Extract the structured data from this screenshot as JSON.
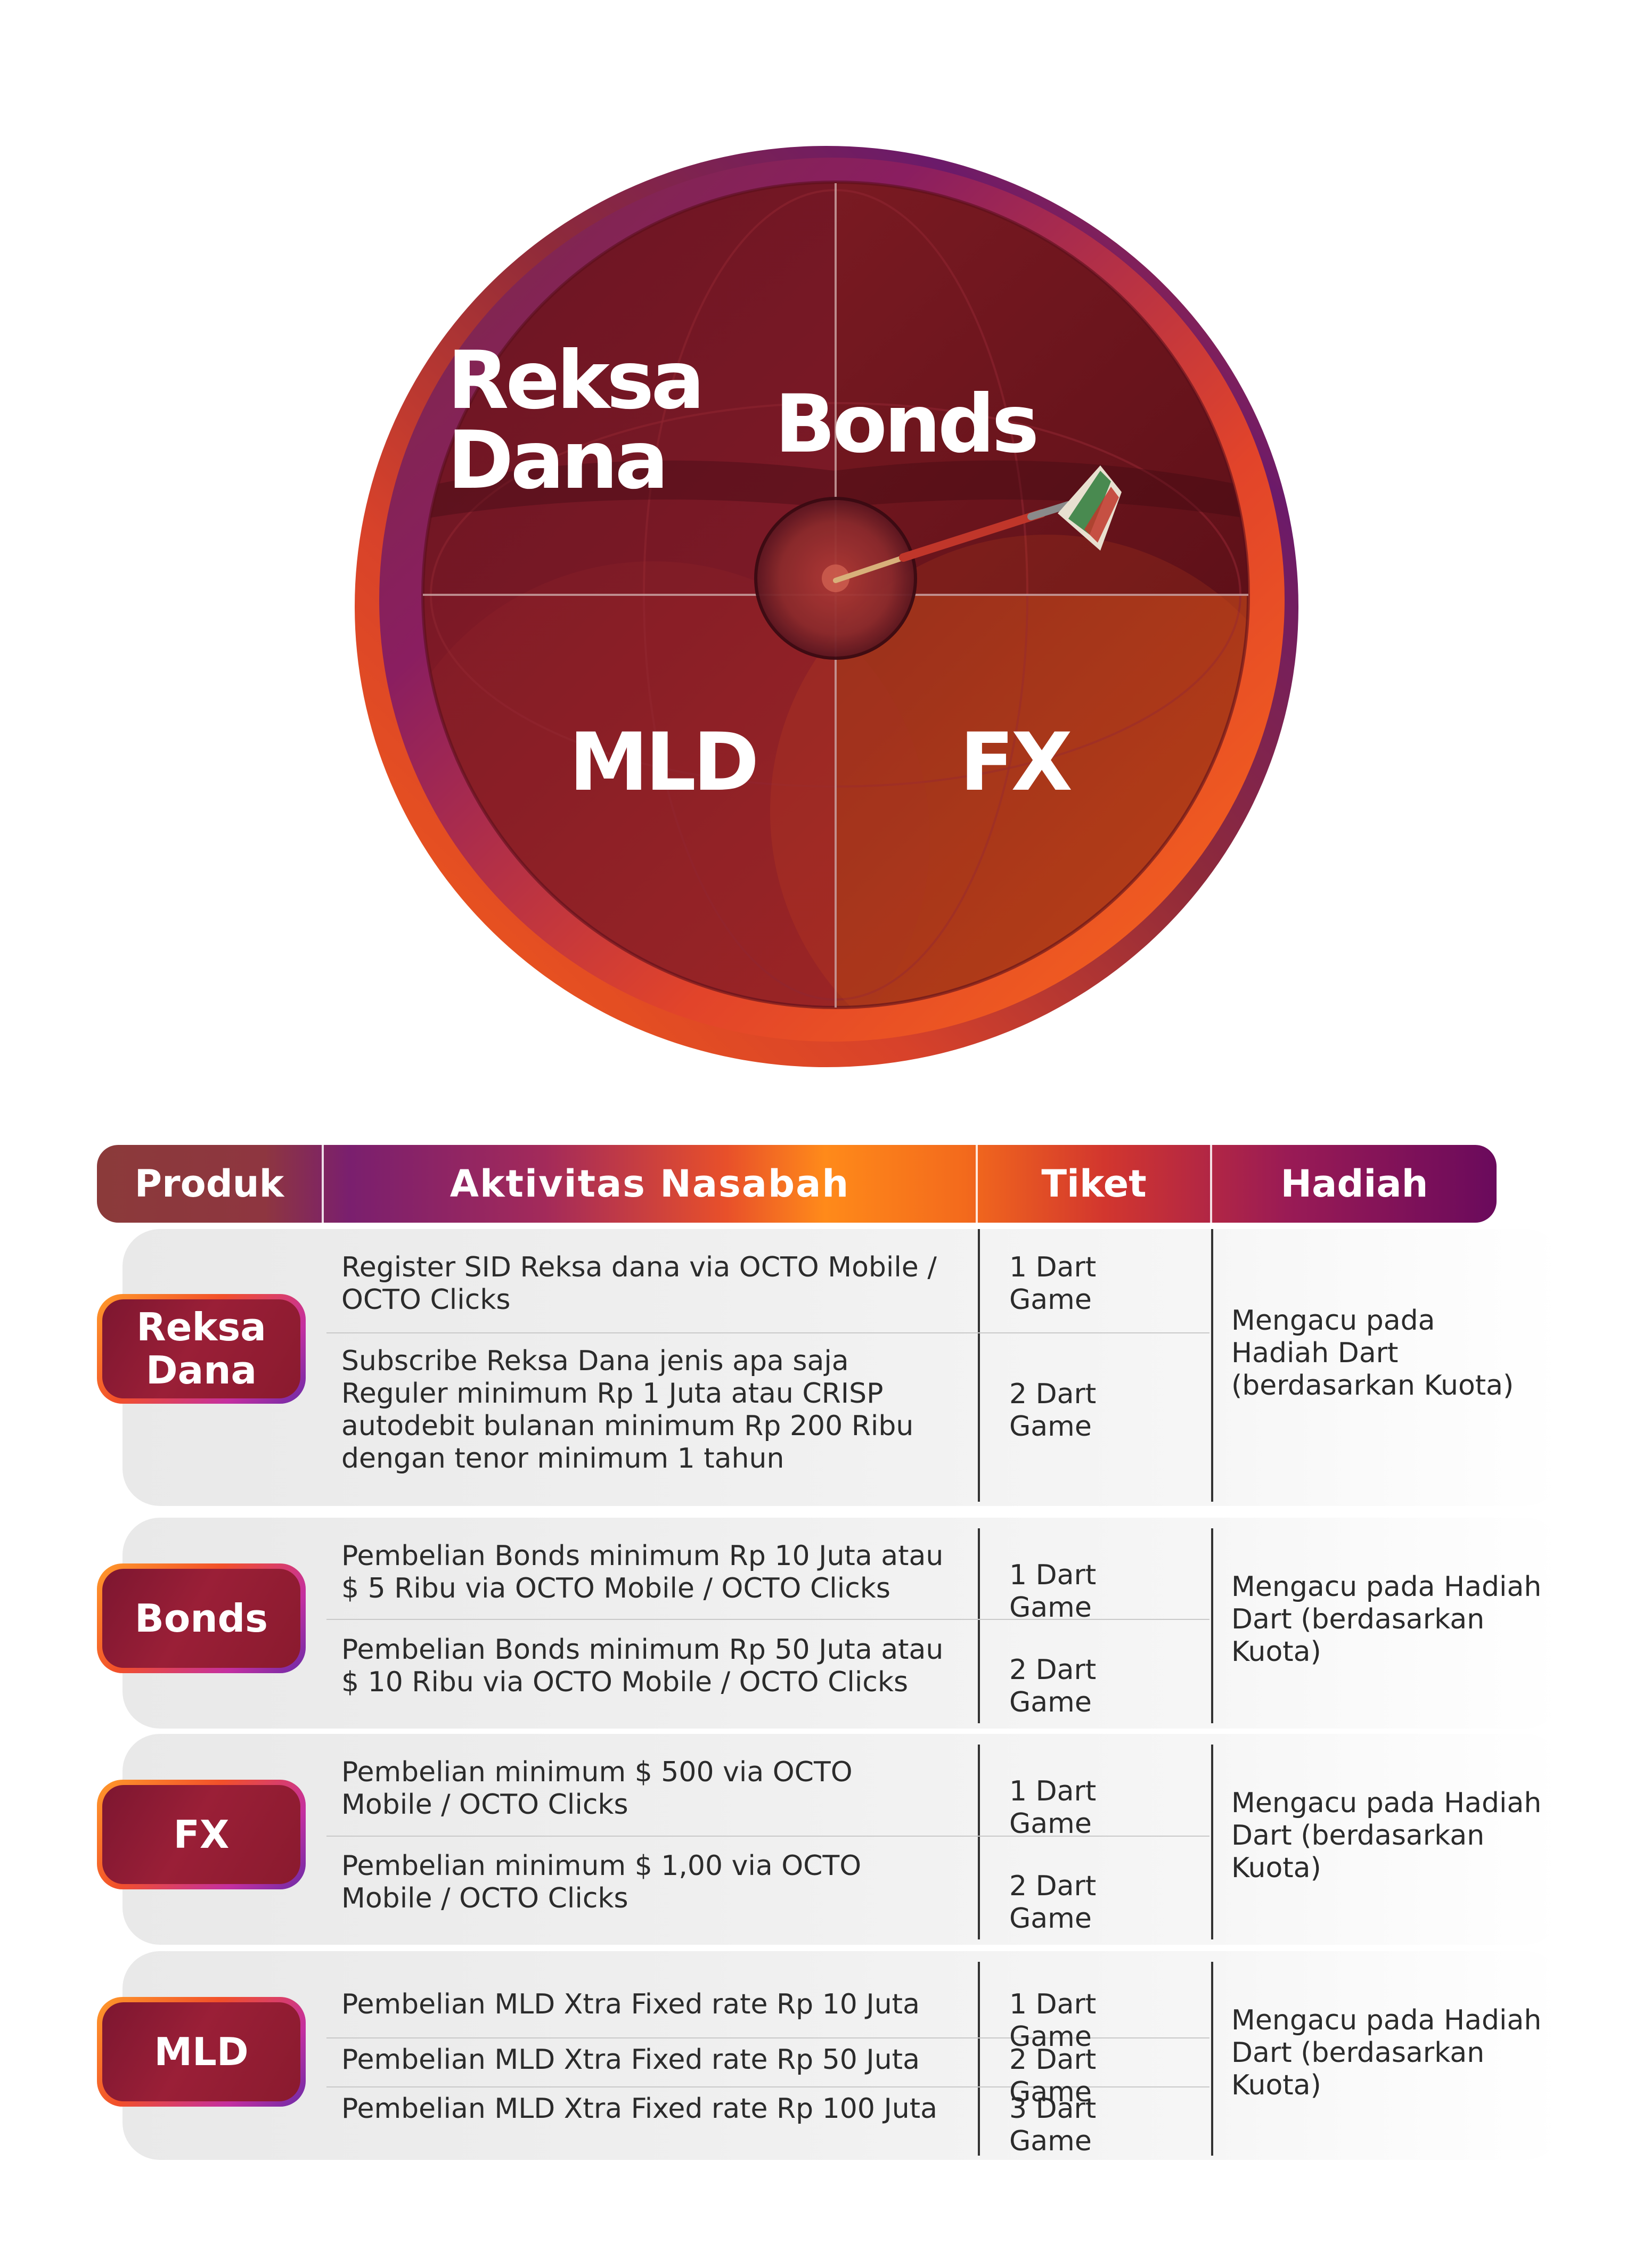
{
  "board": {
    "segments": [
      "Reksa Dana",
      "Bonds",
      "MLD",
      "FX"
    ],
    "reksa_line1": "Reksa",
    "reksa_line2": "Dana",
    "bonds": "Bonds",
    "mld": "MLD",
    "fx": "FX"
  },
  "table": {
    "headers": {
      "produk": "Produk",
      "aktivitas": "Aktivitas  Nasabah",
      "tiket": "Tiket",
      "hadiah": "Hadiah"
    },
    "groups": [
      {
        "product_line1": "Reksa",
        "product_line2": "Dana",
        "rows": [
          {
            "activity": "Register SID Reksa dana via OCTO Mobile / OCTO Clicks",
            "ticket": "1 Dart Game"
          },
          {
            "activity": "Subscribe Reksa Dana jenis apa saja Reguler minimum Rp 1 Juta atau CRISP autodebit bulanan minimum Rp 200 Ribu dengan tenor minimum 1 tahun",
            "ticket": "2 Dart Game"
          }
        ],
        "reward": "Mengacu pada Hadiah Dart (berdasarkan Kuota)"
      },
      {
        "product": "Bonds",
        "rows": [
          {
            "activity": "Pembelian Bonds minimum Rp 10 Juta atau $ 5 Ribu via OCTO Mobile / OCTO Clicks",
            "ticket": "1 Dart Game"
          },
          {
            "activity": "Pembelian Bonds minimum Rp 50 Juta atau $ 10 Ribu via OCTO Mobile / OCTO Clicks",
            "ticket": "2 Dart Game"
          }
        ],
        "reward": "Mengacu pada Hadiah Dart (berdasarkan Kuota)"
      },
      {
        "product": "FX",
        "rows": [
          {
            "activity": "Pembelian minimum $ 500 via OCTO Mobile / OCTO Clicks",
            "ticket": "1 Dart Game"
          },
          {
            "activity": "Pembelian minimum $ 1,00 via OCTO Mobile / OCTO Clicks",
            "ticket": "2 Dart Game"
          }
        ],
        "reward": "Mengacu pada Hadiah Dart (berdasarkan Kuota)"
      },
      {
        "product": "MLD",
        "rows": [
          {
            "activity": "Pembelian MLD Xtra Fixed rate Rp 10 Juta",
            "ticket": "1 Dart Game"
          },
          {
            "activity": "Pembelian MLD Xtra Fixed rate Rp 50 Juta",
            "ticket": "2 Dart Game"
          },
          {
            "activity": "Pembelian MLD Xtra Fixed rate Rp 100 Juta",
            "ticket": "3 Dart Game"
          }
        ],
        "reward": "Mengacu pada Hadiah Dart (berdasarkan Kuota)"
      }
    ]
  },
  "colors": {
    "board_fill": "#7a1a22",
    "board_orange": "#f36a1c",
    "board_purple": "#6a1a6e",
    "badge_fill": "#8a1a2e",
    "text_dark": "#2b2b2b"
  }
}
